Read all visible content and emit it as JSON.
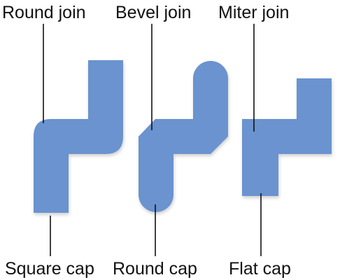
{
  "diagram": {
    "stroke_color": "#6a93cf",
    "leader_color": "#111111",
    "labels": {
      "round_join": "Round join",
      "bevel_join": "Bevel join",
      "miter_join": "Miter join",
      "square_cap": "Square cap",
      "round_cap": "Round cap",
      "flat_cap": "Flat cap"
    }
  }
}
